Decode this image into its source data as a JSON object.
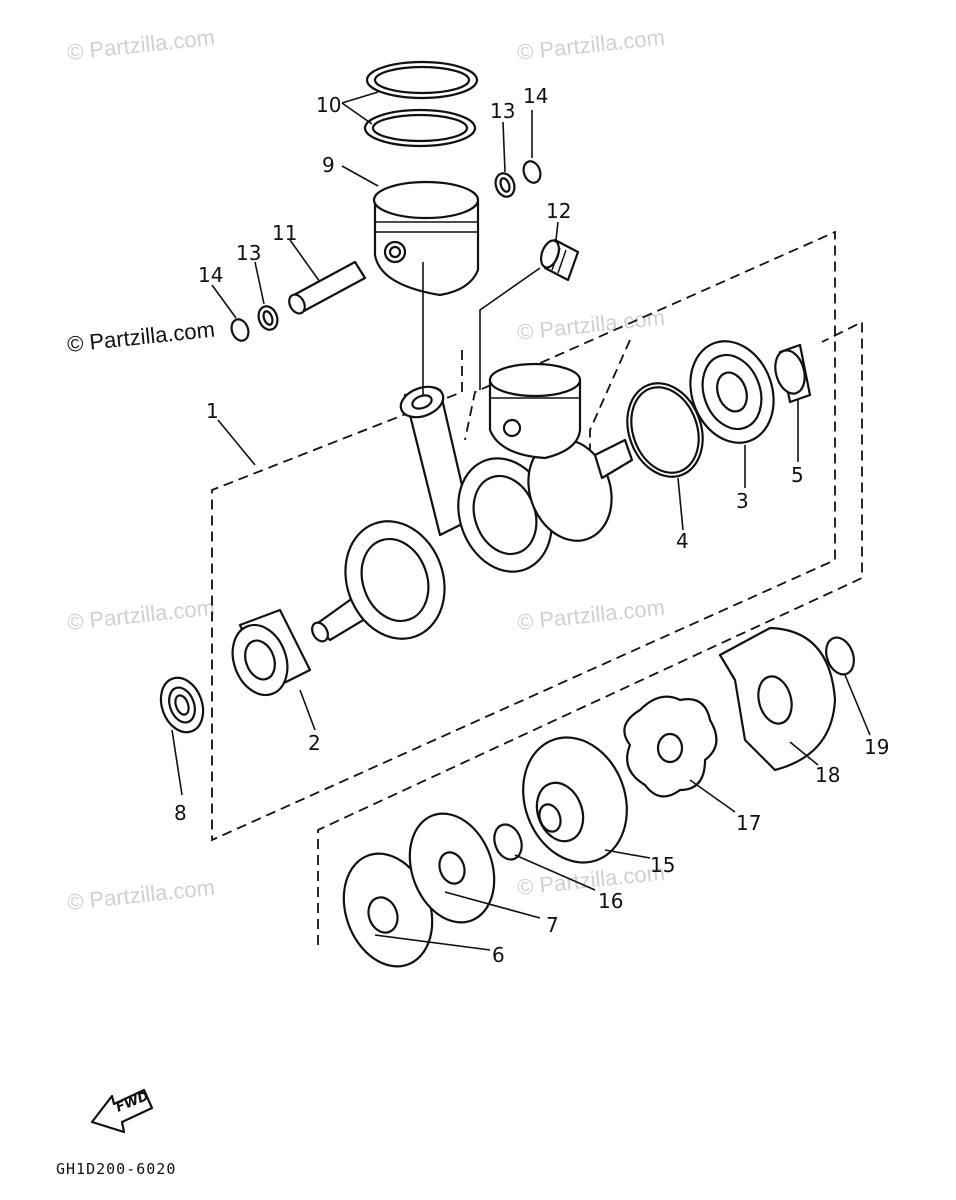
{
  "watermark": "© Partzilla.com",
  "callouts": {
    "p1": "1",
    "p2": "2",
    "p3": "3",
    "p4": "4",
    "p5": "5",
    "p6": "6",
    "p7": "7",
    "p8": "8",
    "p9": "9",
    "p10": "10",
    "p11": "11",
    "p12": "12",
    "p13a": "13",
    "p13b": "13",
    "p14a": "14",
    "p14b": "14",
    "p15": "15",
    "p16": "16",
    "p17": "17",
    "p18": "18",
    "p19": "19"
  },
  "fwd_label": "FWD",
  "diagram_code": "GH1D200-6020"
}
